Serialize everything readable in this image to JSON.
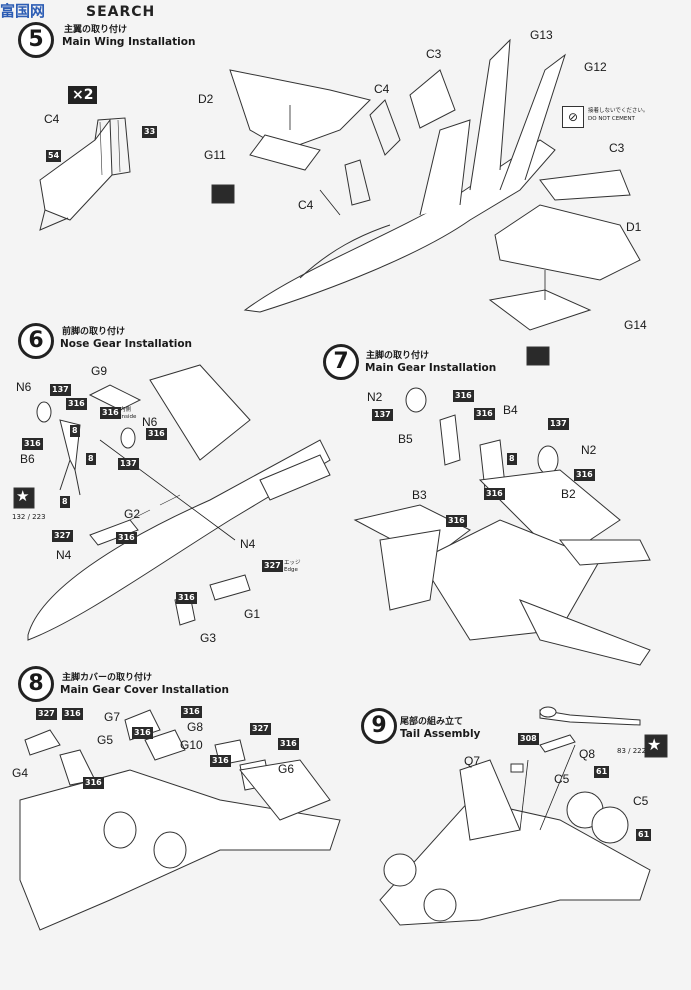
{
  "watermark": {
    "logo": "富国网",
    "text": "SEARCH"
  },
  "step5": {
    "number": "5",
    "title_jp": "主翼の取り付け",
    "title_en": "Main Wing Installation"
  },
  "step6": {
    "number": "6",
    "title_jp": "前脚の取り付け",
    "title_en": "Nose Gear Installation"
  },
  "step7": {
    "number": "7",
    "title_jp": "主脚の取り付け",
    "title_en": "Main Gear Installation"
  },
  "step8": {
    "number": "8",
    "title_jp": "主脚カバーの取り付け",
    "title_en": "Main Gear Cover Installation"
  },
  "step9": {
    "number": "9",
    "title_jp": "尾部の組み立て",
    "title_en": "Tail Assembly"
  },
  "seat": {
    "qty": "×2",
    "part": "C4",
    "chip33": "33",
    "chip54": "54"
  },
  "labels5": {
    "d2": "D2",
    "c3a": "C3",
    "c4a": "C4",
    "g13": "G13",
    "g12": "G12",
    "g11": "G11",
    "c4b": "C4",
    "c3b": "C3",
    "d1": "D1",
    "g14": "G14"
  },
  "nocement": {
    "jp": "接着しないでください。",
    "en": "DO NOT CEMENT"
  },
  "labels6": {
    "n6a": "N6",
    "g9": "G9",
    "b6": "B6",
    "n6b": "N6",
    "g2": "G2",
    "n4a": "N4",
    "n4b": "N4",
    "g1": "G1",
    "g3": "G3"
  },
  "chips6": {
    "c137a": "137",
    "c316a": "316",
    "c316b": "316",
    "c316c": "316",
    "c316d": "316",
    "c8a": "8",
    "c8b": "8",
    "c8c": "8",
    "c137b": "137",
    "c327a": "327",
    "c316e": "316",
    "c327b": "327",
    "c316f": "316"
  },
  "notes6": {
    "inside_jp": "内側",
    "inside_en": "Inside",
    "edge_jp": "エッジ",
    "edge_en": "Edge",
    "ref": "132 / 223"
  },
  "labels7": {
    "n2a": "N2",
    "b4": "B4",
    "b5": "B5",
    "n2b": "N2",
    "b3": "B3",
    "b2": "B2"
  },
  "chips7": {
    "c316a": "316",
    "c137a": "137",
    "c316b": "316",
    "c8": "8",
    "c137b": "137",
    "c316c": "316",
    "c316d": "316",
    "c316e": "316"
  },
  "labels8": {
    "g7": "G7",
    "g8": "G8",
    "g5": "G5",
    "g10": "G10",
    "g6": "G6",
    "g4": "G4"
  },
  "chips8": {
    "c327a": "327",
    "c316a": "316",
    "c316b": "316",
    "c327b": "327",
    "c316c": "316",
    "c316d": "316",
    "c316e": "316",
    "c316f": "316"
  },
  "labels9": {
    "q8": "Q8",
    "q7": "Q7",
    "c5a": "C5",
    "c5b": "C5"
  },
  "chips9": {
    "c308": "308",
    "c61a": "61",
    "c61b": "61"
  },
  "notes9": {
    "ref": "83 / 222"
  }
}
